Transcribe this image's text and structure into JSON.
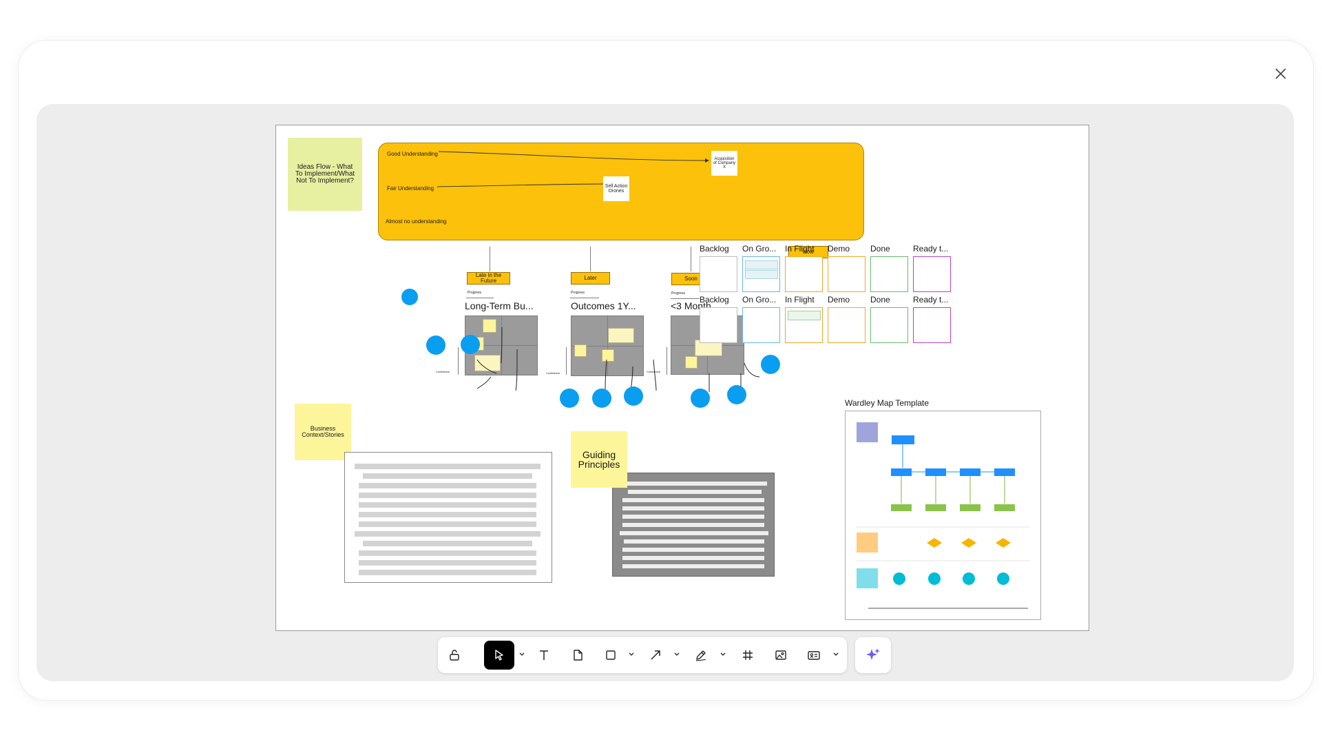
{
  "board": {
    "ideas_flow": "Ideas Flow - What To Implement/What Not To Implement?",
    "understanding": {
      "good": "Good Understanding",
      "fair": "Fair Understanding",
      "almost_none": "Almost no understanding",
      "box_acquisition": "Acquisition of Company X",
      "box_drones": "Sell Action Drones"
    },
    "horizons": [
      {
        "tag": "Late in the Future",
        "title": "Long-Term Bu...",
        "progress": "Progress",
        "confidence": "Confidence"
      },
      {
        "tag": "Later",
        "title": "Outcomes 1Y...",
        "progress": "Progress",
        "confidence": "Confidence"
      },
      {
        "tag": "Soon",
        "title": "<3 Month",
        "progress": "Progress",
        "confidence": "Confidence"
      }
    ],
    "kanban": {
      "now_tag": "Now",
      "row1": [
        "Backlog",
        "On Gro...",
        "In Flight",
        "Demo",
        "Done",
        "Ready t..."
      ],
      "row2": [
        "Backlog",
        "On Gro...",
        "In Flight",
        "Demo",
        "Done",
        "Ready t..."
      ],
      "colors": [
        "#bbbbbb",
        "#64b5f6",
        "#f5a623",
        "#f5a623",
        "#66bb6a",
        "#c040c8"
      ]
    },
    "business_context": "Business Context/Stories",
    "guiding_principles": "Guiding Principles",
    "wardley_title": "Wardley Map Template"
  },
  "toolbar": {
    "tools": [
      "lock-icon",
      "select-icon",
      "text-icon",
      "note-icon",
      "shape-icon",
      "arrow-icon",
      "pen-icon",
      "frame-icon",
      "image-icon",
      "card-icon",
      "ai-sparkle-icon"
    ],
    "active": "select-icon"
  },
  "colors": {
    "accent_yellow": "#fcc10a",
    "dot_blue": "#0a9ef0",
    "sticky_yellow": "#fdf59a",
    "sticky_green": "#e6f0a0",
    "ai_purple": "#6b5cf6"
  }
}
